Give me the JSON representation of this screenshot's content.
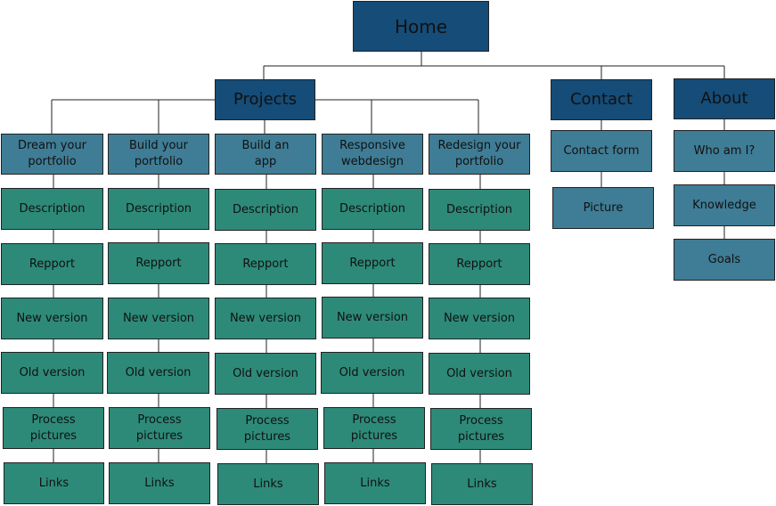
{
  "home": "Home",
  "sections": {
    "projects": "Projects",
    "contact": "Contact",
    "about": "About"
  },
  "project_columns": [
    {
      "title": "Dream your\nportfolio"
    },
    {
      "title": "Build your\nportfolio"
    },
    {
      "title": "Build an\napp"
    },
    {
      "title": "Responsive\nwebdesign"
    },
    {
      "title": "Redesign your\nportfolio"
    }
  ],
  "project_sub_items": [
    "Description",
    "Repport",
    "New version",
    "Old version",
    "Process\npictures",
    "Links"
  ],
  "contact_items": [
    "Contact form",
    "Picture"
  ],
  "about_items": [
    "Who am I?",
    "Knowledge",
    "Goals"
  ],
  "colors": {
    "dark_blue": "#154c78",
    "steel_blue": "#3f7c95",
    "teal": "#2d8a78",
    "line": "#222222"
  }
}
